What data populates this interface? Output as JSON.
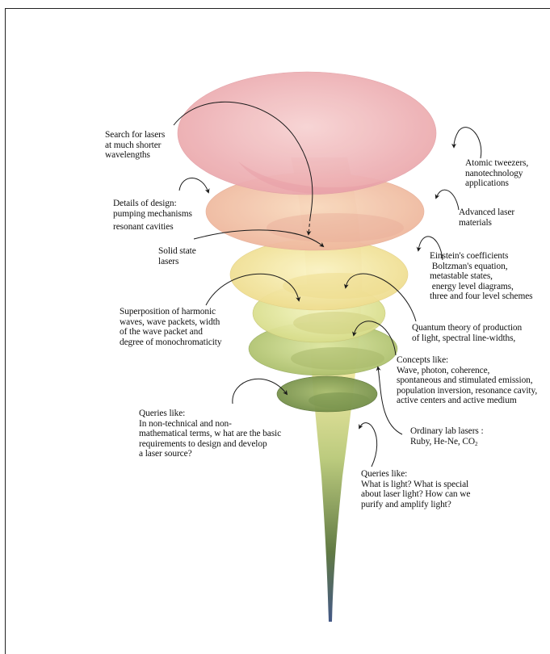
{
  "labels": {
    "search_lasers": "Search for lasers\nat much shorter\nwavelengths",
    "atomic_tweezers": "Atomic tweezers,\nnanotechnology\napplications",
    "details_design_1": "Details of design:\npumping mechanisms",
    "details_design_2": "resonant cavities",
    "advanced_materials": "Advanced laser\nmaterials",
    "solid_state": "Solid state\nlasers",
    "einstein": "Einstein's coefficients\n Boltzman's equation,\nmetastable states,\n energy level diagrams,\nthree and four level schemes",
    "superposition": "Superposition of harmonic\nwaves, wave packets, width\nof the wave packet and\ndegree of monochromaticity",
    "quantum_theory": "Quantum theory of production\nof light, spectral line-widths,",
    "concepts": "Concepts like:\nWave, photon, coherence,\nspontaneous and stimulated emission,\npopulation inversion, resonance cavity,\nactive centers and active medium",
    "queries_technical": "Queries like:\nIn non-technical and non-\nmathematical terms, w hat are the basic\nrequirements to design and develop\na laser source?",
    "ordinary_lasers": "Ordinary lab lasers :\nRuby, He-Ne, CO",
    "ordinary_lasers_sub": "2",
    "queries_light": "Queries like:\nWhat is light? What is special\nabout laser light? How can we\npurify and amplify light?"
  },
  "colors": {
    "top": "#f2b8bb",
    "upper": "#f5c9a3",
    "middle": "#f8f0a8",
    "lower": "#c8d88a",
    "bottom": "#4f6b2e",
    "tip": "#3b4f8a",
    "arrow": "#1a1a1a"
  }
}
